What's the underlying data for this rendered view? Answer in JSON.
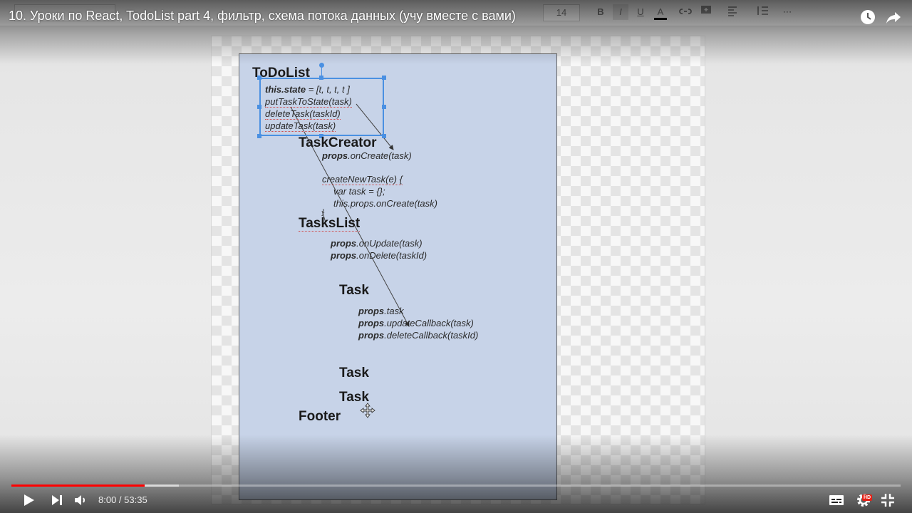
{
  "video": {
    "title": "10. Уроки по React, TodoList part 4, фильтр, схема потока данных (учу вместе с вами)"
  },
  "docs_toolbar": {
    "font_size": "14",
    "bold": "B",
    "italic": "I",
    "underline": "U",
    "text_color": "A",
    "more": "⋯"
  },
  "diagram": {
    "todolist": {
      "heading": "ToDoList",
      "state_line_key": "this.state",
      "state_line_value": " = [t, t, t, t ]",
      "method_1": "putTaskToState(task)",
      "method_2": "deleteTask(taskId)",
      "method_3": "updateTask(task)"
    },
    "taskcreator": {
      "heading": "TaskCreator",
      "prop_key": "props",
      "prop_value": ".onCreate(task)",
      "fn_line": "createNewTask(e) {",
      "body_1": "var task = {};",
      "body_2": "this.props.onCreate(task)",
      "close": "}"
    },
    "taskslist": {
      "heading": "TasksList",
      "prop_key_1": "props",
      "prop_value_1": ".onUpdate(task)",
      "prop_key_2": "props",
      "prop_value_2": ".onDelete(taskId)"
    },
    "task": {
      "heading": "Task",
      "prop_key_1": "props",
      "prop_value_1": ".task",
      "prop_key_2": "props",
      "prop_value_2": ".updateCallback(task)",
      "prop_key_3": "props",
      "prop_value_3": ".deleteCallback(taskId)"
    },
    "task_2": {
      "heading": "Task"
    },
    "task_3": {
      "heading": "Task"
    },
    "footer": {
      "heading": "Footer"
    }
  },
  "player": {
    "time": "8:00 / 53:35",
    "played_fraction": 0.1496,
    "buffered_fraction": 0.188,
    "hd_badge": "HD",
    "accent_color": "#ff0000"
  },
  "icons": [
    "watch-later-icon",
    "share-icon",
    "play-icon",
    "next-icon",
    "volume-icon",
    "subtitles-icon",
    "settings-icon",
    "fullscreen-exit-icon",
    "move-cursor-icon"
  ]
}
